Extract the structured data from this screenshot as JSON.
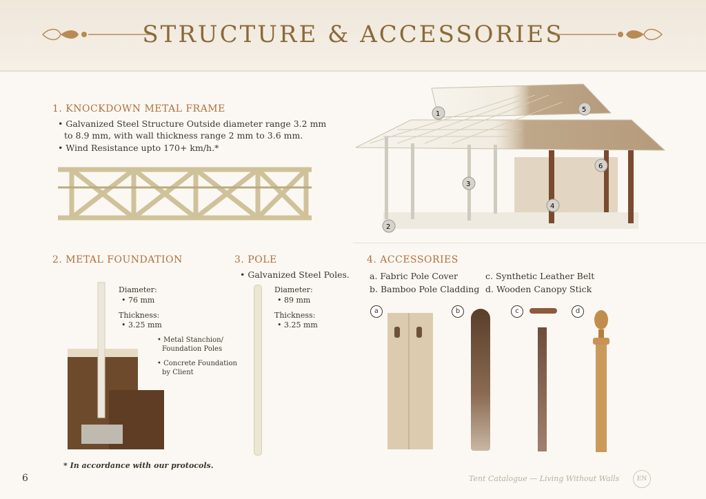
{
  "header": {
    "title": "STRUCTURE & ACCESSORIES"
  },
  "section1": {
    "title": "1. KNOCKDOWN METAL FRAME",
    "bullets": [
      "• Galvanized Steel Structure Outside diameter range 3.2 mm",
      "to 8.9 mm, with wall thickness range 2 mm to 3.6 mm.",
      "• Wind Resistance upto 170+ km/h.*"
    ]
  },
  "diagram": {
    "callouts": [
      "1",
      "2",
      "3",
      "4",
      "5",
      "6"
    ]
  },
  "section2": {
    "title": "2. METAL FOUNDATION",
    "diameter_label": "Diameter:",
    "diameter_value": "• 76 mm",
    "thickness_label": "Thickness:",
    "thickness_value": "• 3.25 mm",
    "label1_line1": "• Metal Stanchion/",
    "label1_line2": "Foundation Poles",
    "label2_line1": "• Concrete Foundation",
    "label2_line2": "by Client"
  },
  "section3": {
    "title": "3. POLE",
    "bullet": "• Galvanized Steel Poles.",
    "diameter_label": "Diameter:",
    "diameter_value": "• 89 mm",
    "thickness_label": "Thickness:",
    "thickness_value": "• 3.25 mm"
  },
  "section4": {
    "title": "4. ACCESSORIES",
    "items": [
      "a. Fabric Pole Cover",
      "b. Bamboo Pole Cladding",
      "c. Synthetic Leather Belt",
      "d. Wooden Canopy Stick"
    ],
    "badges": [
      "a",
      "b",
      "c",
      "d"
    ]
  },
  "footer": {
    "note": "* In accordance with our protocols.",
    "page": "6",
    "catalogue": "Tent Catalogue — Living Without Walls",
    "logo": "EN"
  },
  "colors": {
    "accent": "#b0703c",
    "title": "#8a6a3a",
    "background": "#fbf8f3"
  }
}
